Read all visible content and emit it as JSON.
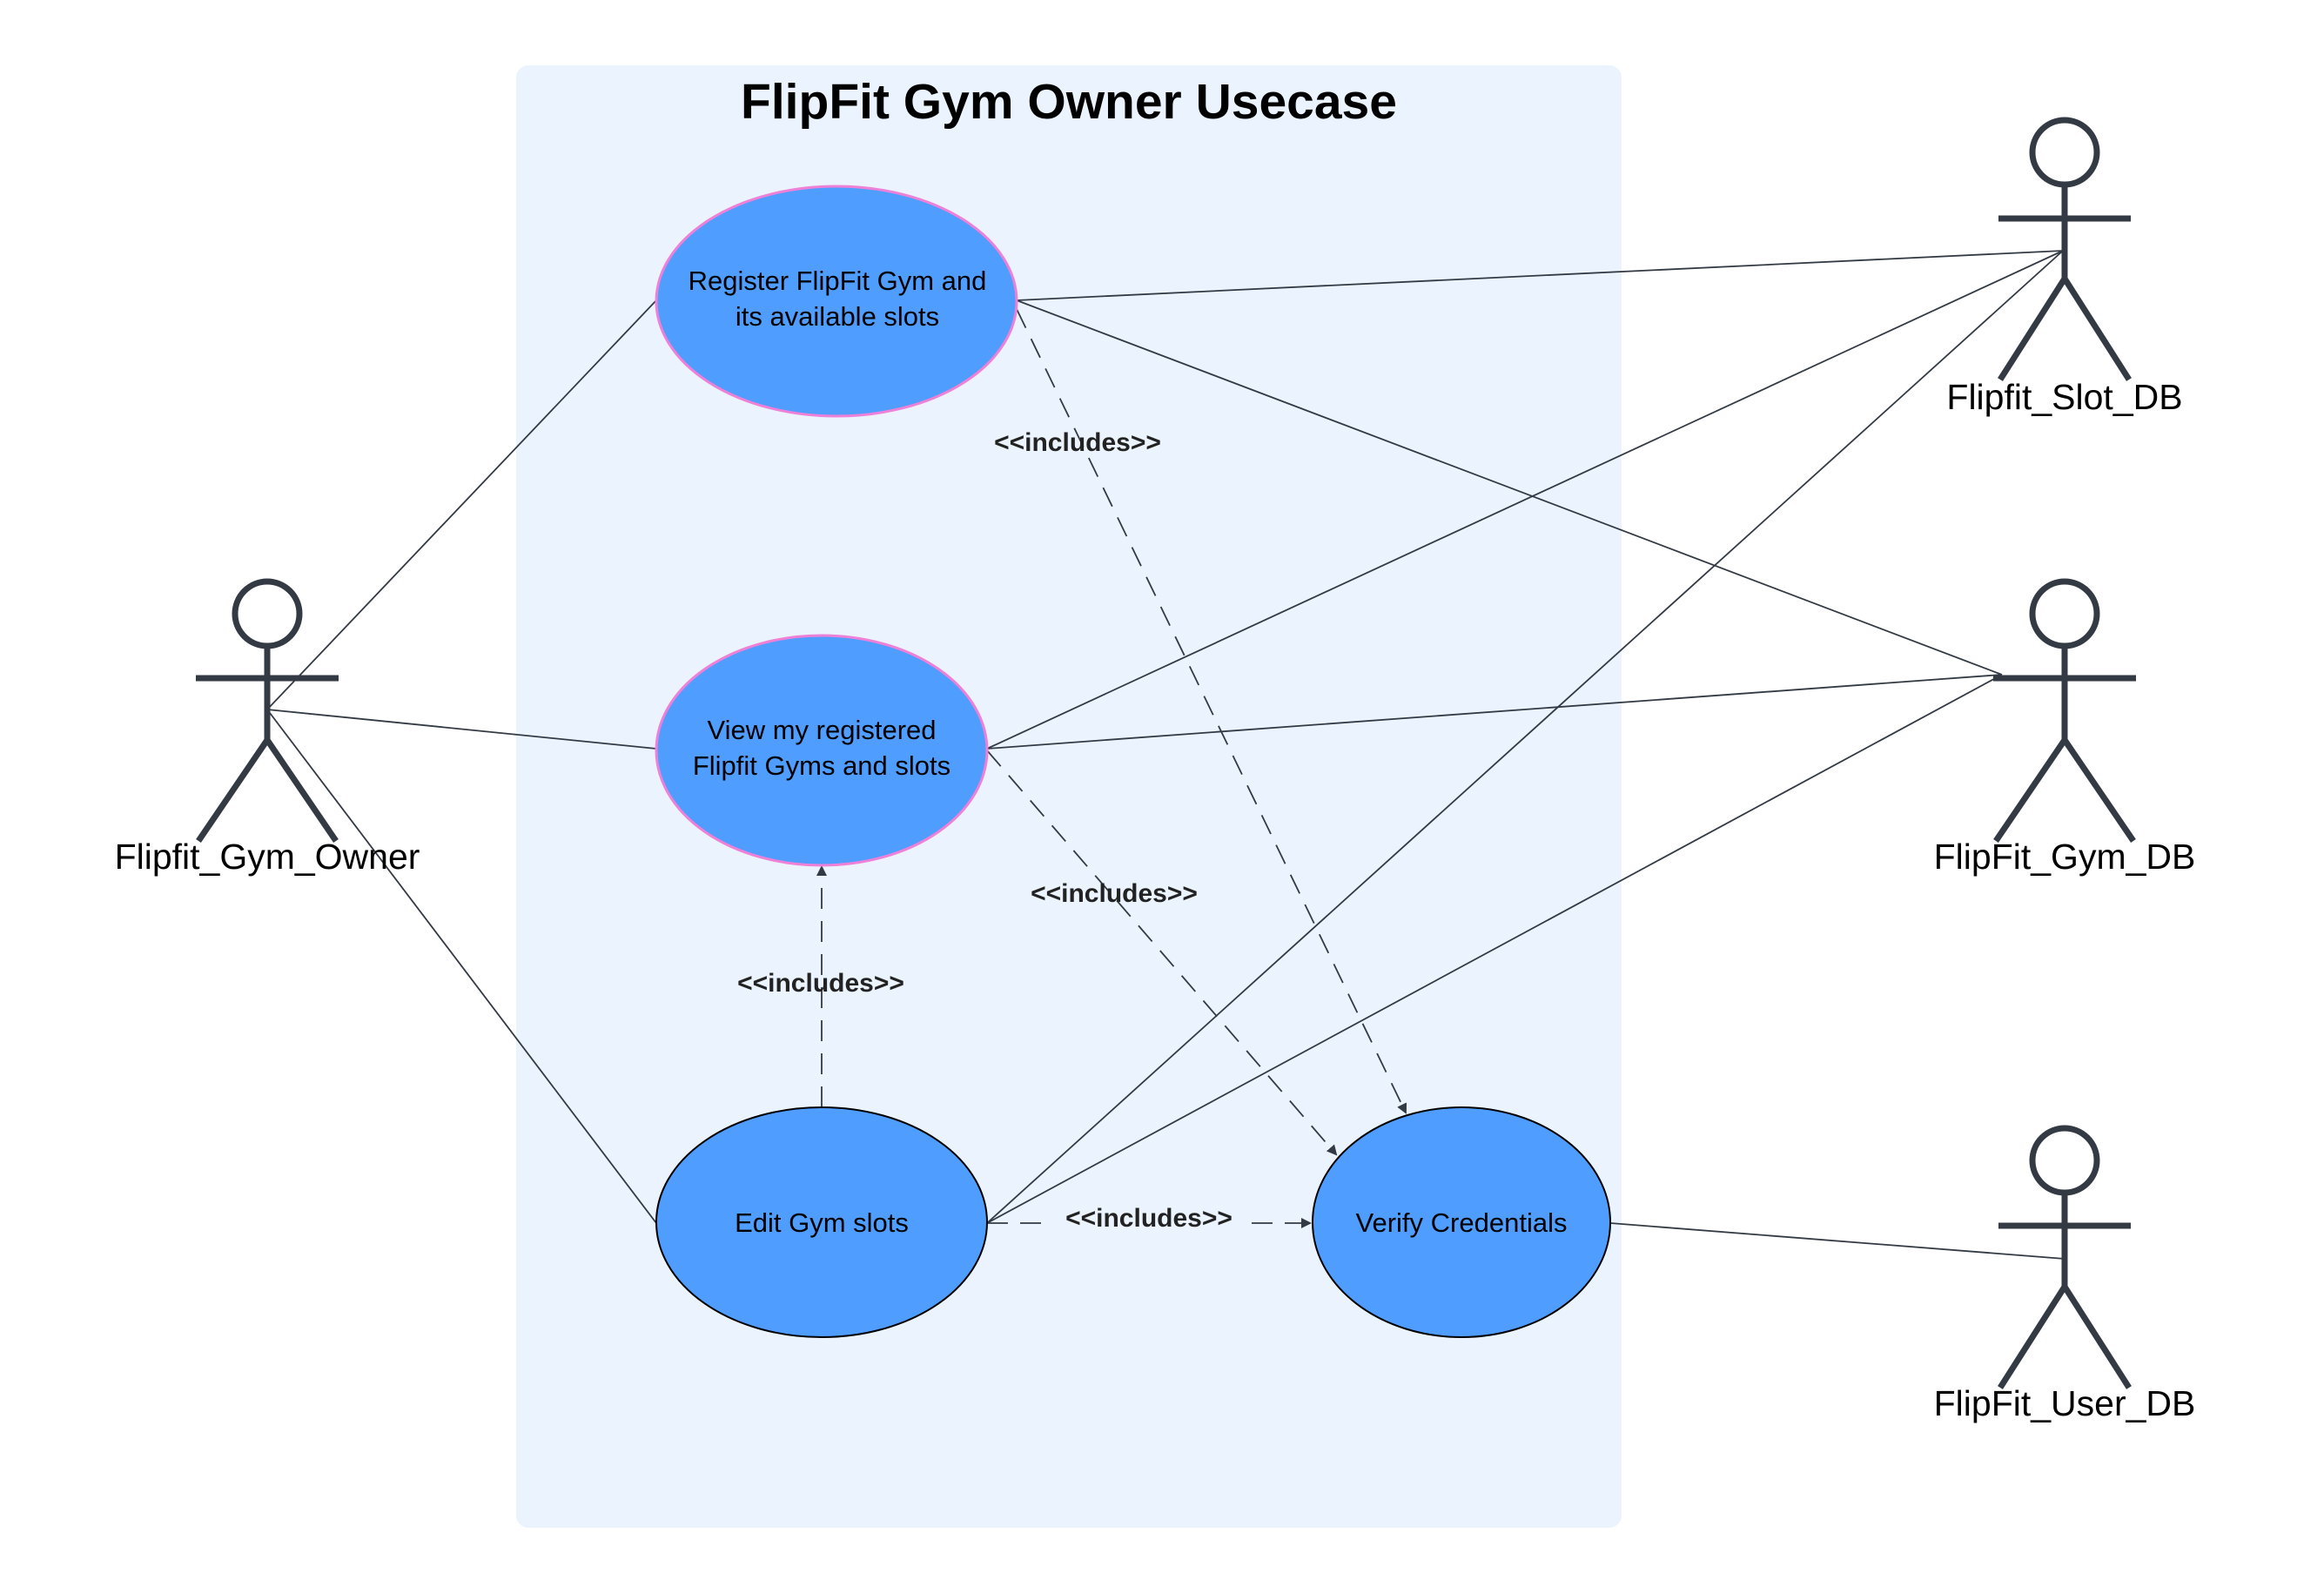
{
  "diagram": {
    "title": "FlipFit Gym Owner Usecase",
    "colors": {
      "system_fill": "#ebf4fe",
      "usecase_fill": "#4f9dff",
      "highlight_border": "#ee80d8",
      "line": "#333a44"
    },
    "actors": {
      "owner": "Flipfit_Gym_Owner",
      "slot_db": "Flipfit_Slot_DB",
      "gym_db": "FlipFit_Gym_DB",
      "user_db": "FlipFit_User_DB"
    },
    "usecases": {
      "register": [
        "Register FlipFit Gym and",
        "its available slots"
      ],
      "view": [
        "View my registered",
        "Flipfit Gyms and slots"
      ],
      "edit": [
        "Edit Gym slots"
      ],
      "verify": [
        "Verify Credentials"
      ]
    },
    "relations": {
      "include_label": "<<includes>>"
    }
  }
}
